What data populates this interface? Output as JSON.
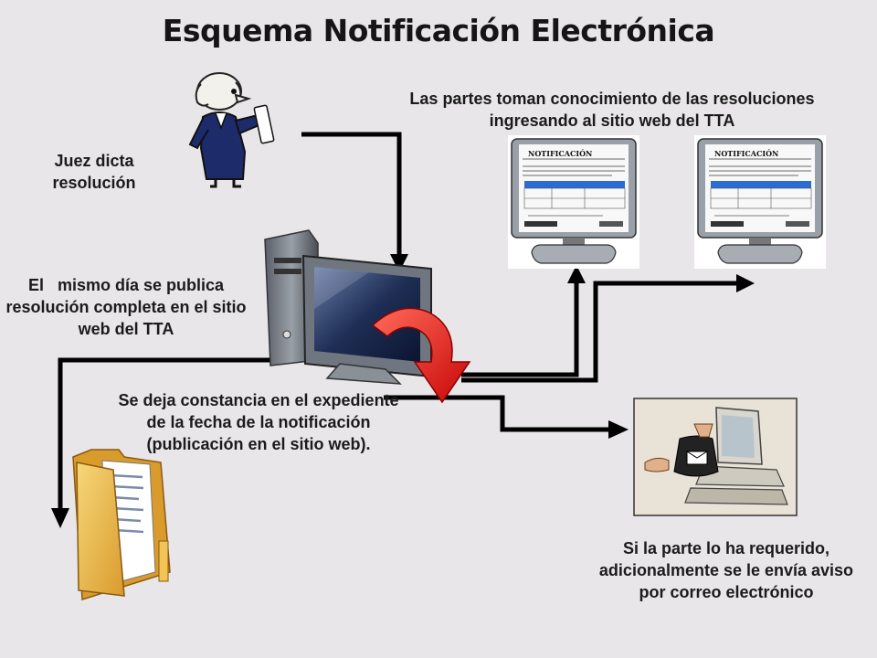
{
  "title": "Esquema Notificación Electrónica",
  "captions": {
    "juez": "Juez dicta resolución",
    "partes": "Las partes toman conocimiento de las resoluciones ingresando al sitio web del TTA",
    "publica": "El   mismo día se publica resolución completa en el sitio web del TTA",
    "constancia": "Se deja constancia en el expediente de la fecha de la notificación (publicación en el sitio web).",
    "aviso": "Si la parte lo ha requerido, adicionalmente se le envía aviso por correo electrónico"
  },
  "monitor_doc_heading": "NOTIFICACIÓN",
  "icons": [
    "judge-icon",
    "computer-icon",
    "monitor-icon",
    "folder-icon",
    "email-computer-icon",
    "curved-arrow-icon"
  ],
  "colors": {
    "arrow": "#000000",
    "curved_arrow": "#e01010",
    "doc_table_header": "#2a6bd4"
  }
}
